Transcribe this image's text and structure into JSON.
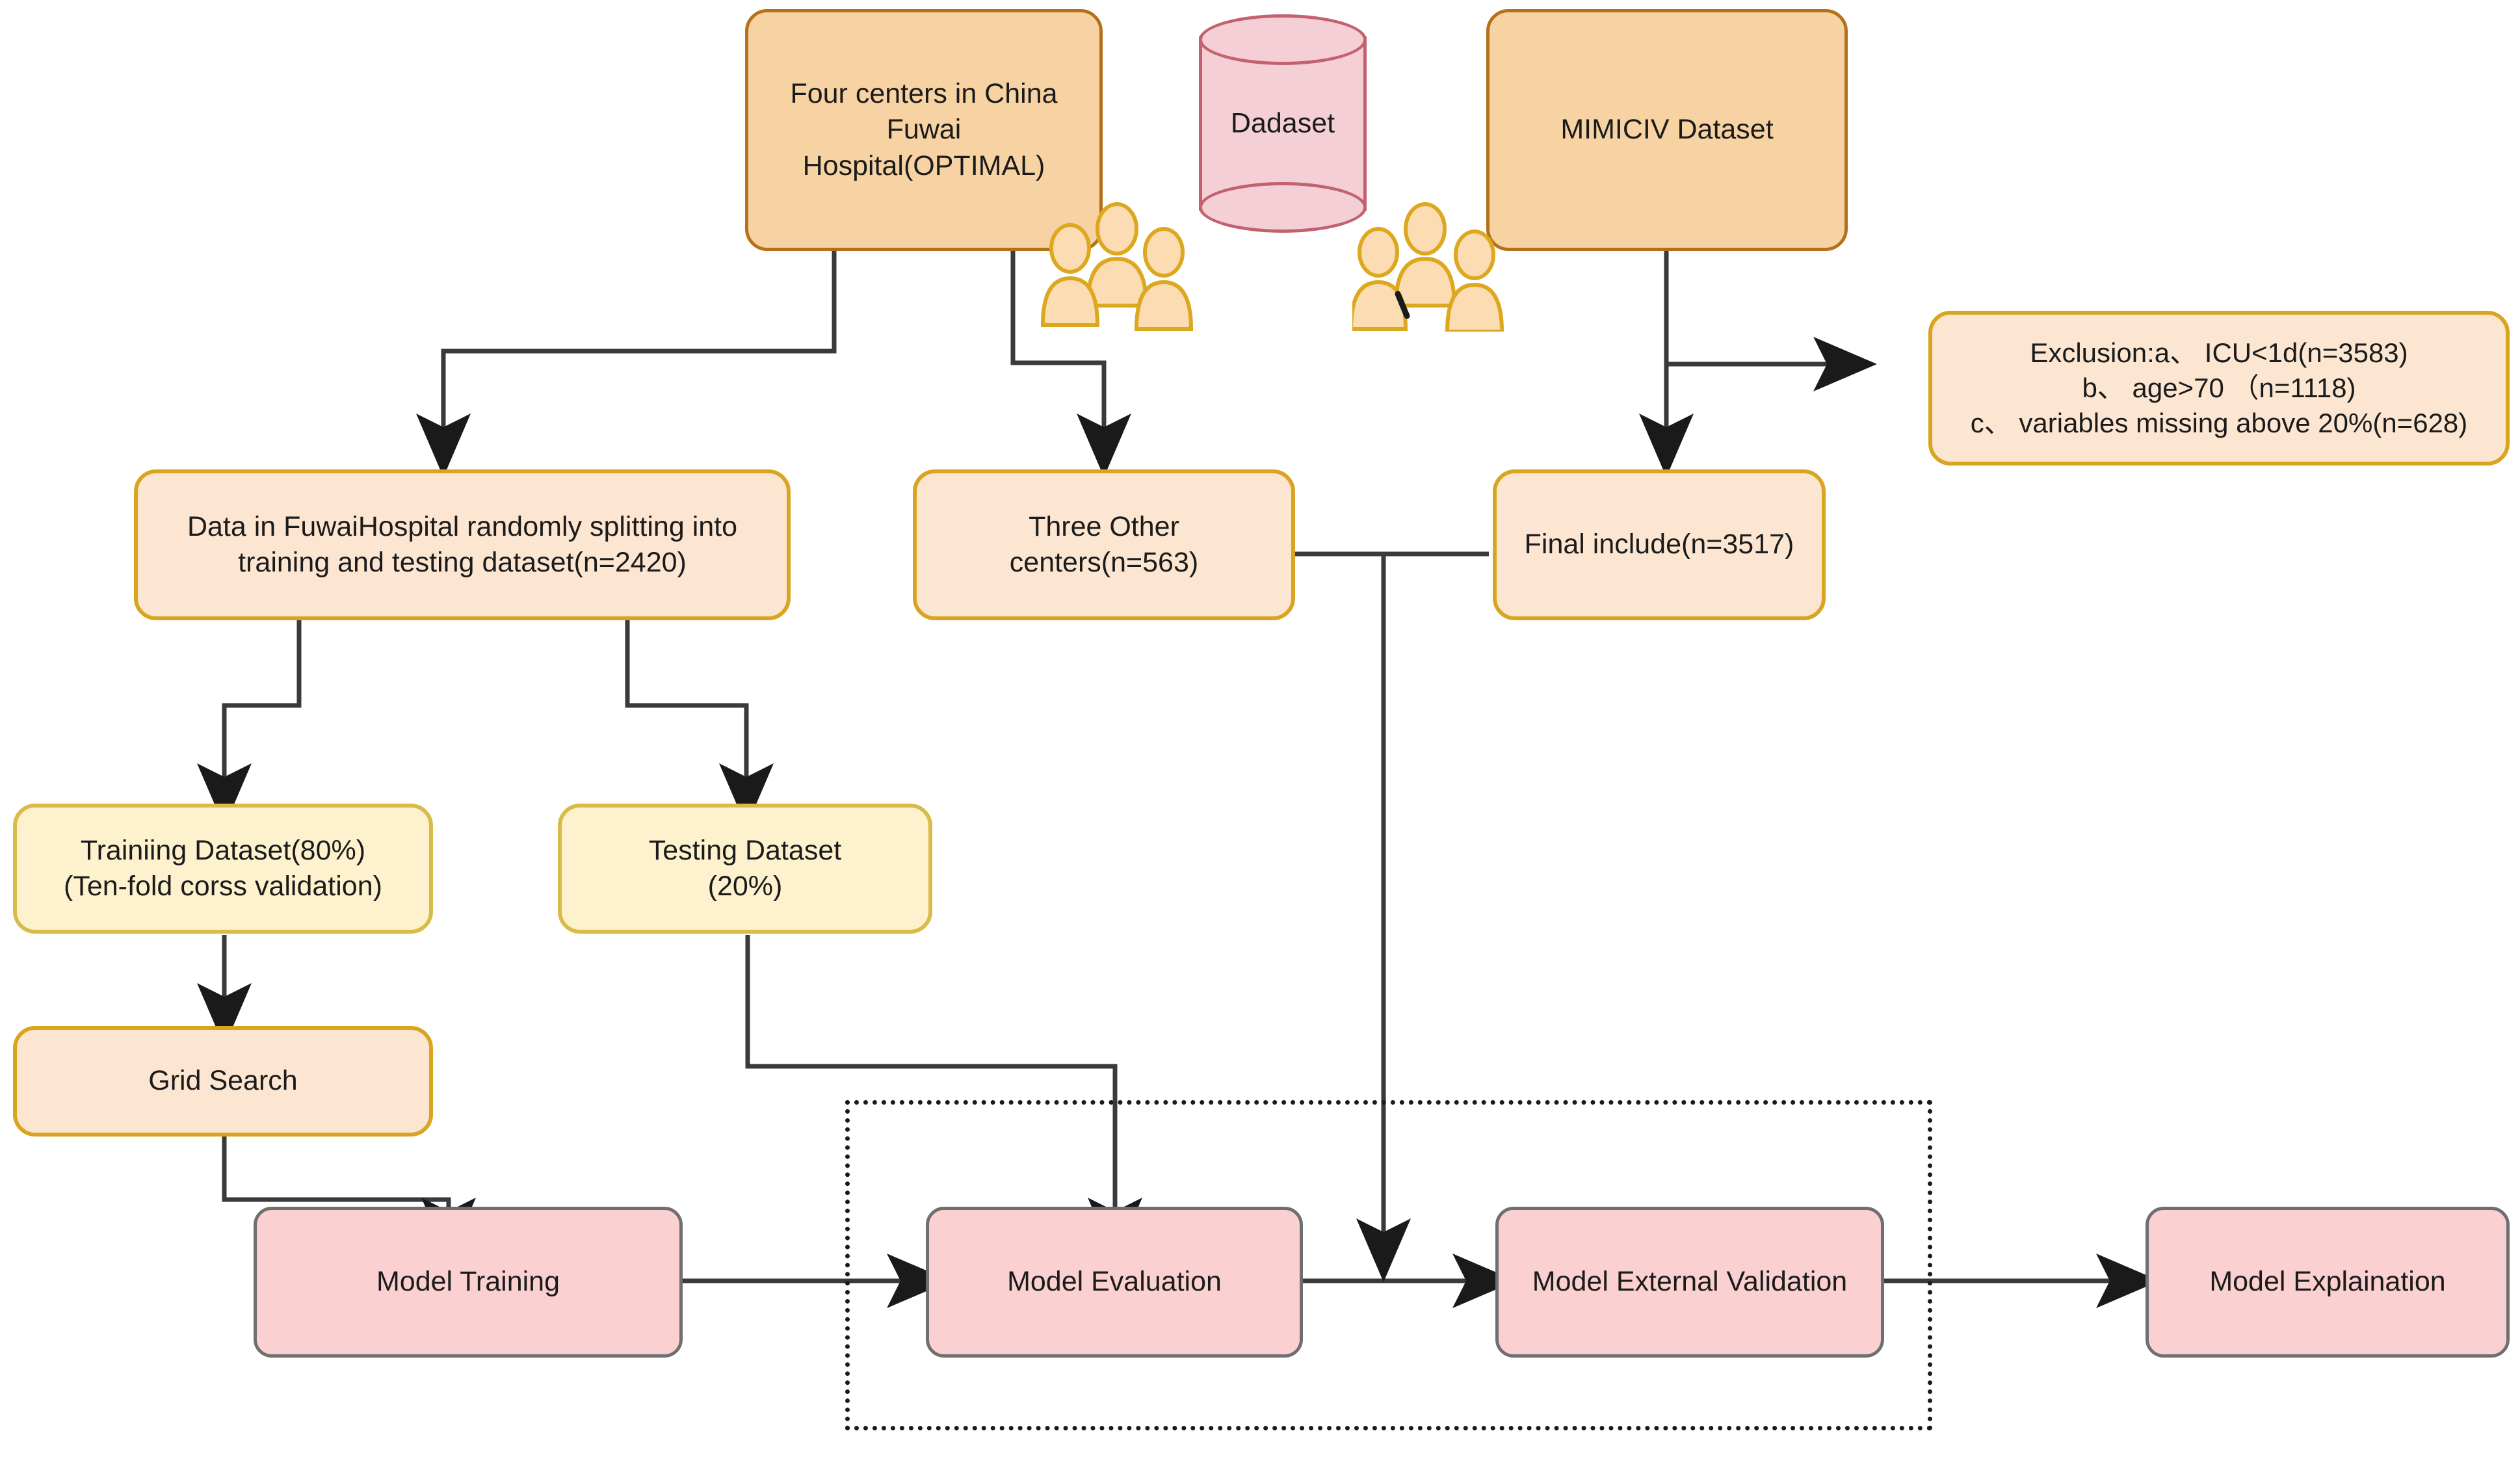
{
  "diagram": {
    "title": "Study flowchart: data sources, split, model training and validation",
    "colors": {
      "top_fill": "#f7d3a4",
      "top_border": "#b5701a",
      "peach_fill": "#fce6d2",
      "peach_border": "#d9a520",
      "yellow_fill": "#fdf2cd",
      "yellow_border": "#d9bb4a",
      "pink_fill": "#fad0d1",
      "pink_border": "#6f6f6f",
      "cylinder_fill": "#f4cfd5",
      "cylinder_border": "#c4616f",
      "connector": "#3a3a3a",
      "dotted_frame": "#1a1a1a"
    },
    "nodes": {
      "four_centers": "Four centers in China\nFuwai\nHospital(OPTIMAL)",
      "dataset_cylinder": "Dadaset",
      "mimiciv": "MIMICIV Dataset",
      "exclusion": "Exclusion:a、 ICU<1d(n=3583)\nb、 age>70 （n=1118)\nc、 variables missing above 20%(n=628)",
      "data_split": "Data in FuwaiHospital randomly splitting into\ntraining and testing dataset(n=2420)",
      "three_other_centers": "Three Other\ncenters(n=563)",
      "final_include": "Final include(n=3517)",
      "training_dataset": "Trainiing Dataset(80%)\n(Ten-fold corss validation)",
      "testing_dataset": "Testing Dataset\n(20%)",
      "grid_search": "Grid Search",
      "model_training": "Model Training",
      "model_evaluation": "Model Evaluation",
      "model_external_validation": "Model External Validation",
      "model_explaination": "Model Explaination"
    },
    "icons": {
      "people_left": "people-group-icon",
      "people_right": "people-group-icon",
      "database": "database-cylinder-icon"
    },
    "edges": [
      {
        "from": "four_centers",
        "to": "data_split"
      },
      {
        "from": "four_centers",
        "to": "three_other_centers"
      },
      {
        "from": "mimiciv",
        "to": "exclusion"
      },
      {
        "from": "mimiciv",
        "to": "final_include"
      },
      {
        "from": "three_other_centers",
        "to": "final_include"
      },
      {
        "from": "data_split",
        "to": "training_dataset"
      },
      {
        "from": "data_split",
        "to": "testing_dataset"
      },
      {
        "from": "training_dataset",
        "to": "grid_search"
      },
      {
        "from": "grid_search",
        "to": "model_training"
      },
      {
        "from": "testing_dataset",
        "to": "model_evaluation"
      },
      {
        "from": "model_training",
        "to": "model_evaluation"
      },
      {
        "from": "model_evaluation",
        "to": "model_external_validation"
      },
      {
        "from": "model_external_validation",
        "to": "model_explaination"
      },
      {
        "from": "final_include",
        "to": "model_external_validation"
      }
    ]
  }
}
